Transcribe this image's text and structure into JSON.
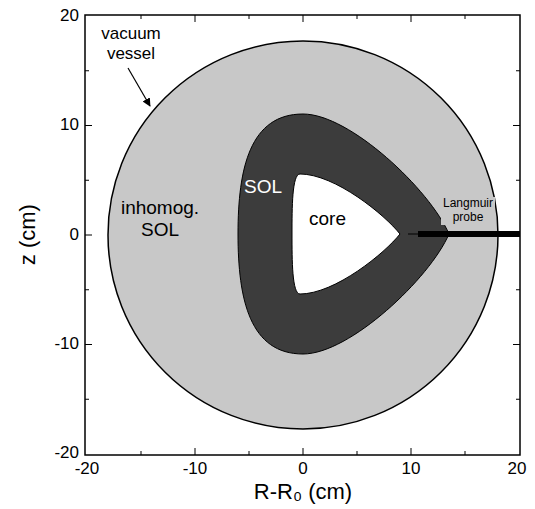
{
  "diagram": {
    "nodes": [
      {
        "text": [
          "inhomog. SOL"
        ]
      },
      {
        "text": [
          "SOL"
        ],
        "in": 0
      },
      {
        "text": [
          "core"
        ],
        "in": 1
      }
    ],
    "labels": [
      "vacuum vessel",
      "Langmuir probe",
      "z (cm)",
      "R-R₀ (cm)",
      "20",
      "10",
      "0",
      "-10",
      "-20",
      "-20",
      "-10",
      "0",
      "10",
      "20"
    ]
  }
}
